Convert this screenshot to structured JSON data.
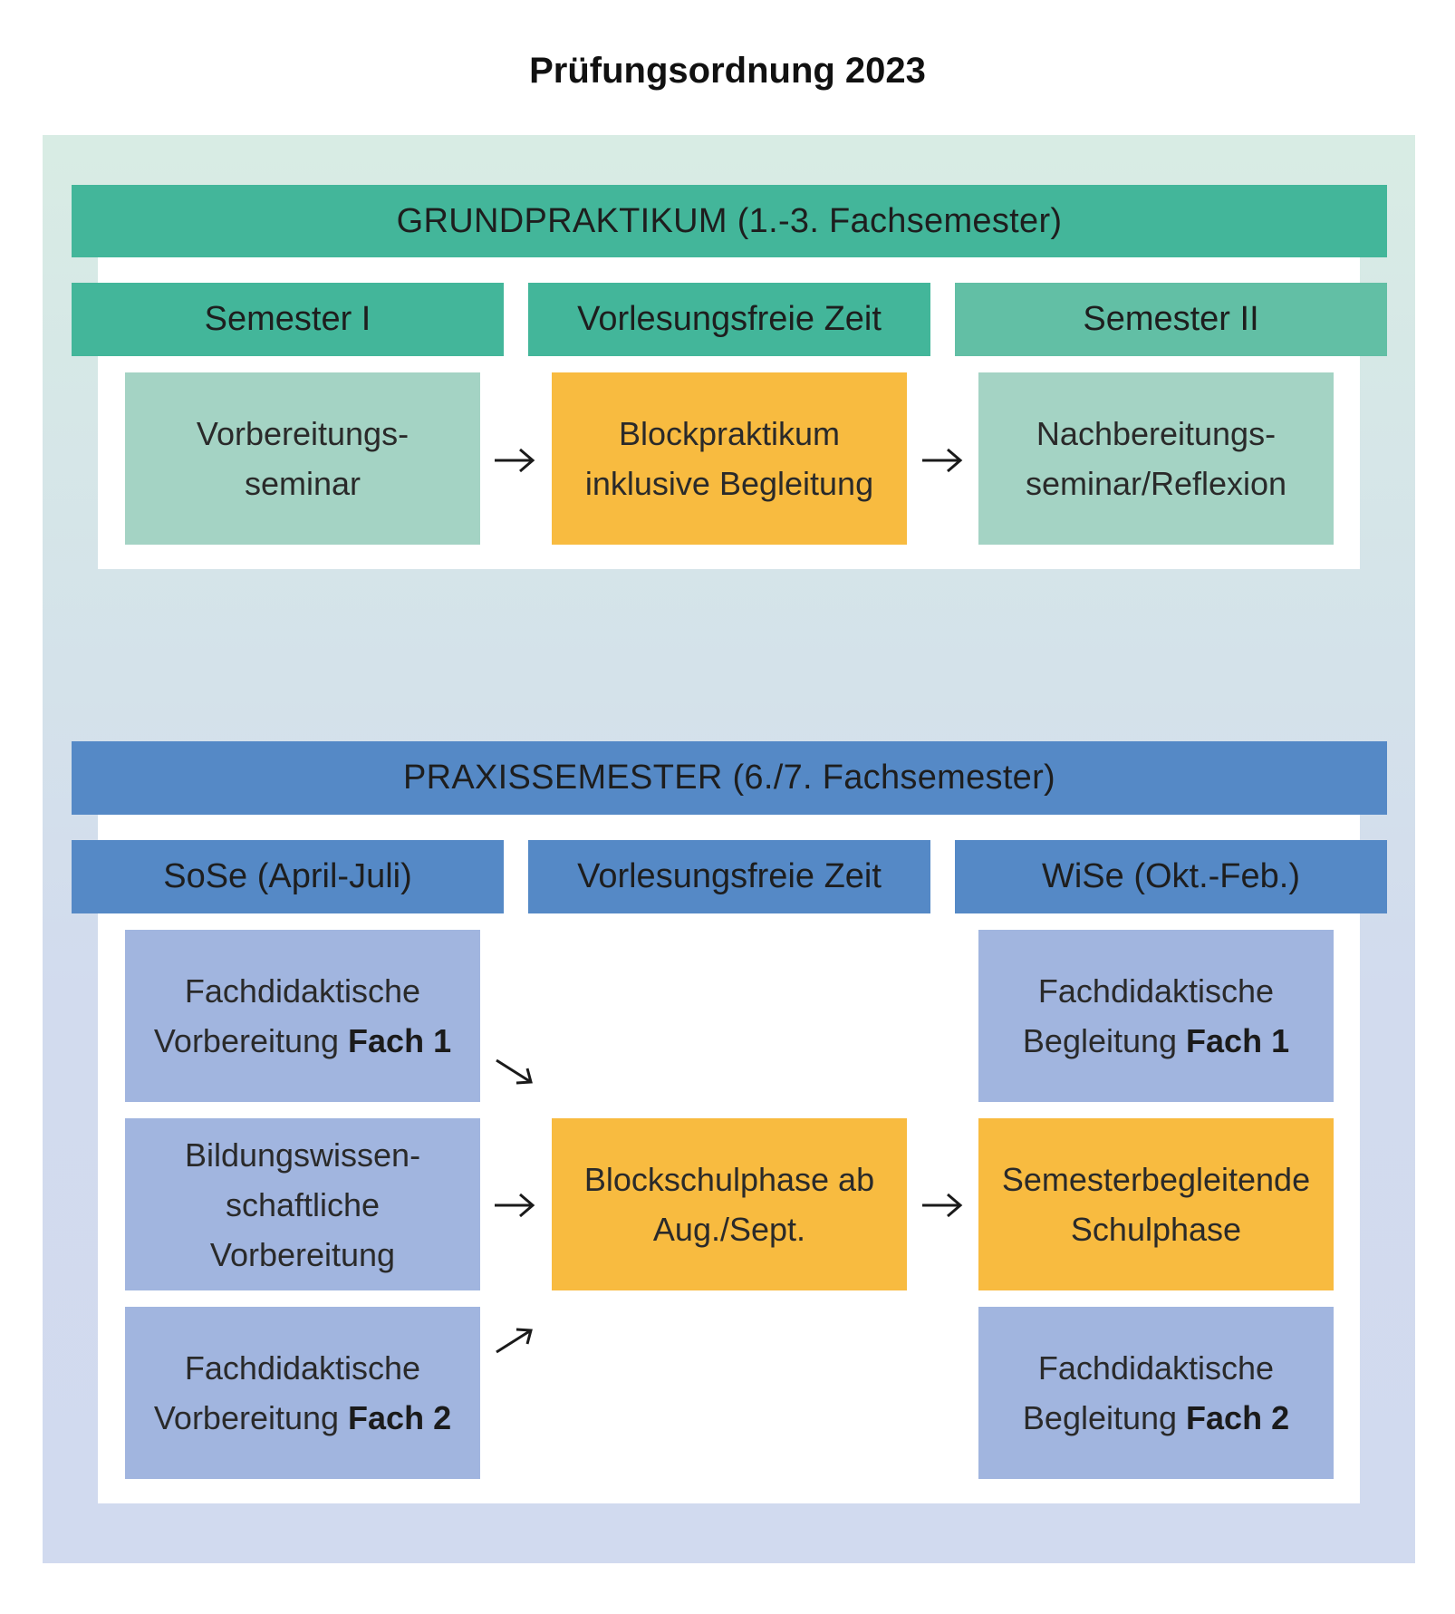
{
  "title": "Prüfungsordnung 2023",
  "grundpraktikum": {
    "header": "GRUNDPRAKTIKUM (1.-3. Fachsemester)",
    "columns": [
      "Semester I",
      "Vorlesungsfreie Zeit",
      "Semester II"
    ],
    "boxes": {
      "left": [
        "Vorbereitungs-",
        "seminar"
      ],
      "middle": [
        "Blockpraktikum",
        "inklusive Begleitung"
      ],
      "right": [
        "Nachbereitungs-",
        "seminar/Reflexion"
      ]
    }
  },
  "praxissemester": {
    "header": "PRAXISSEMESTER (6./7. Fachsemester)",
    "columns": [
      "SoSe (April-Juli)",
      "Vorlesungsfreie Zeit",
      "WiSe (Okt.-Feb.)"
    ],
    "left_boxes": [
      {
        "line1": "Fachdidaktische",
        "line2_prefix": "Vorbereitung ",
        "line2_bold": "Fach 1"
      },
      {
        "lines": [
          "Bildungswissen-",
          "schaftliche",
          "Vorbereitung"
        ]
      },
      {
        "line1": "Fachdidaktische",
        "line2_prefix": "Vorbereitung ",
        "line2_bold": "Fach 2"
      }
    ],
    "middle_box": [
      "Blockschulphase ab",
      "Aug./Sept."
    ],
    "right_boxes": [
      {
        "line1": "Fachdidaktische",
        "line2_prefix": "Begleitung ",
        "line2_bold": "Fach 1"
      },
      {
        "lines": [
          "Semesterbegleitende",
          "Schulphase"
        ]
      },
      {
        "line1": "Fachdidaktische",
        "line2_prefix": "Begleitung ",
        "line2_bold": "Fach 2"
      }
    ]
  },
  "colors": {
    "green_band": "#43b69a",
    "green_light_band": "#62bfa5",
    "mint_box": "#a4d3c4",
    "orange_box": "#f8bb40",
    "blue_band": "#5589c6",
    "lavender_box": "#a1b5df"
  },
  "icons": [
    "arrow-right-icon",
    "arrow-down-right-icon",
    "arrow-up-right-icon"
  ]
}
